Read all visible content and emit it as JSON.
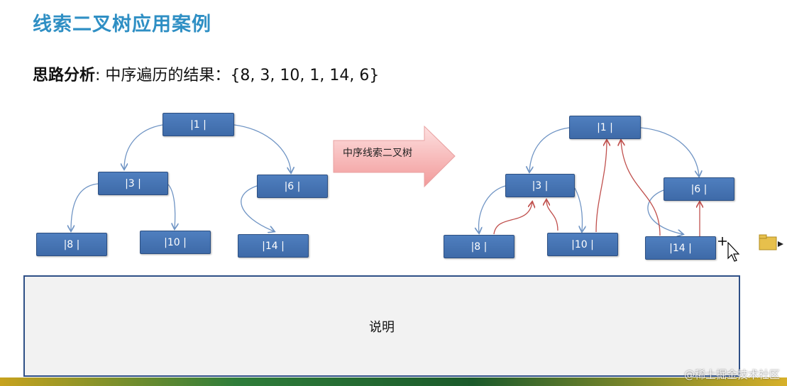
{
  "title": "线索二叉树应用案例",
  "subtitle": {
    "label": "思路分析",
    "separator": ": ",
    "text": "中序遍历的结果：{8, 3, 10, 1, 14, 6}"
  },
  "transform_label": "中序线索二叉树",
  "left_tree": {
    "nodes": {
      "n1": "|1 |",
      "n3": "|3 |",
      "n6": "|6 |",
      "n8": "|8 |",
      "n10": "|10 |",
      "n14": "|14 |"
    }
  },
  "right_tree": {
    "nodes": {
      "n1": "|1 |",
      "n3": "|3 |",
      "n6": "|6 |",
      "n8": "|8 |",
      "n10": "|10 |",
      "n14": "|14 |"
    }
  },
  "note_box": {
    "text": "说明"
  },
  "watermark": "@稀土掘金技术社区",
  "colors": {
    "title": "#2f8fc4",
    "node_fill": "#4a7ab8",
    "tree_edge": "#6f94c4",
    "thread": "#c0504d",
    "arrow_fill": "#f9b7b7"
  }
}
